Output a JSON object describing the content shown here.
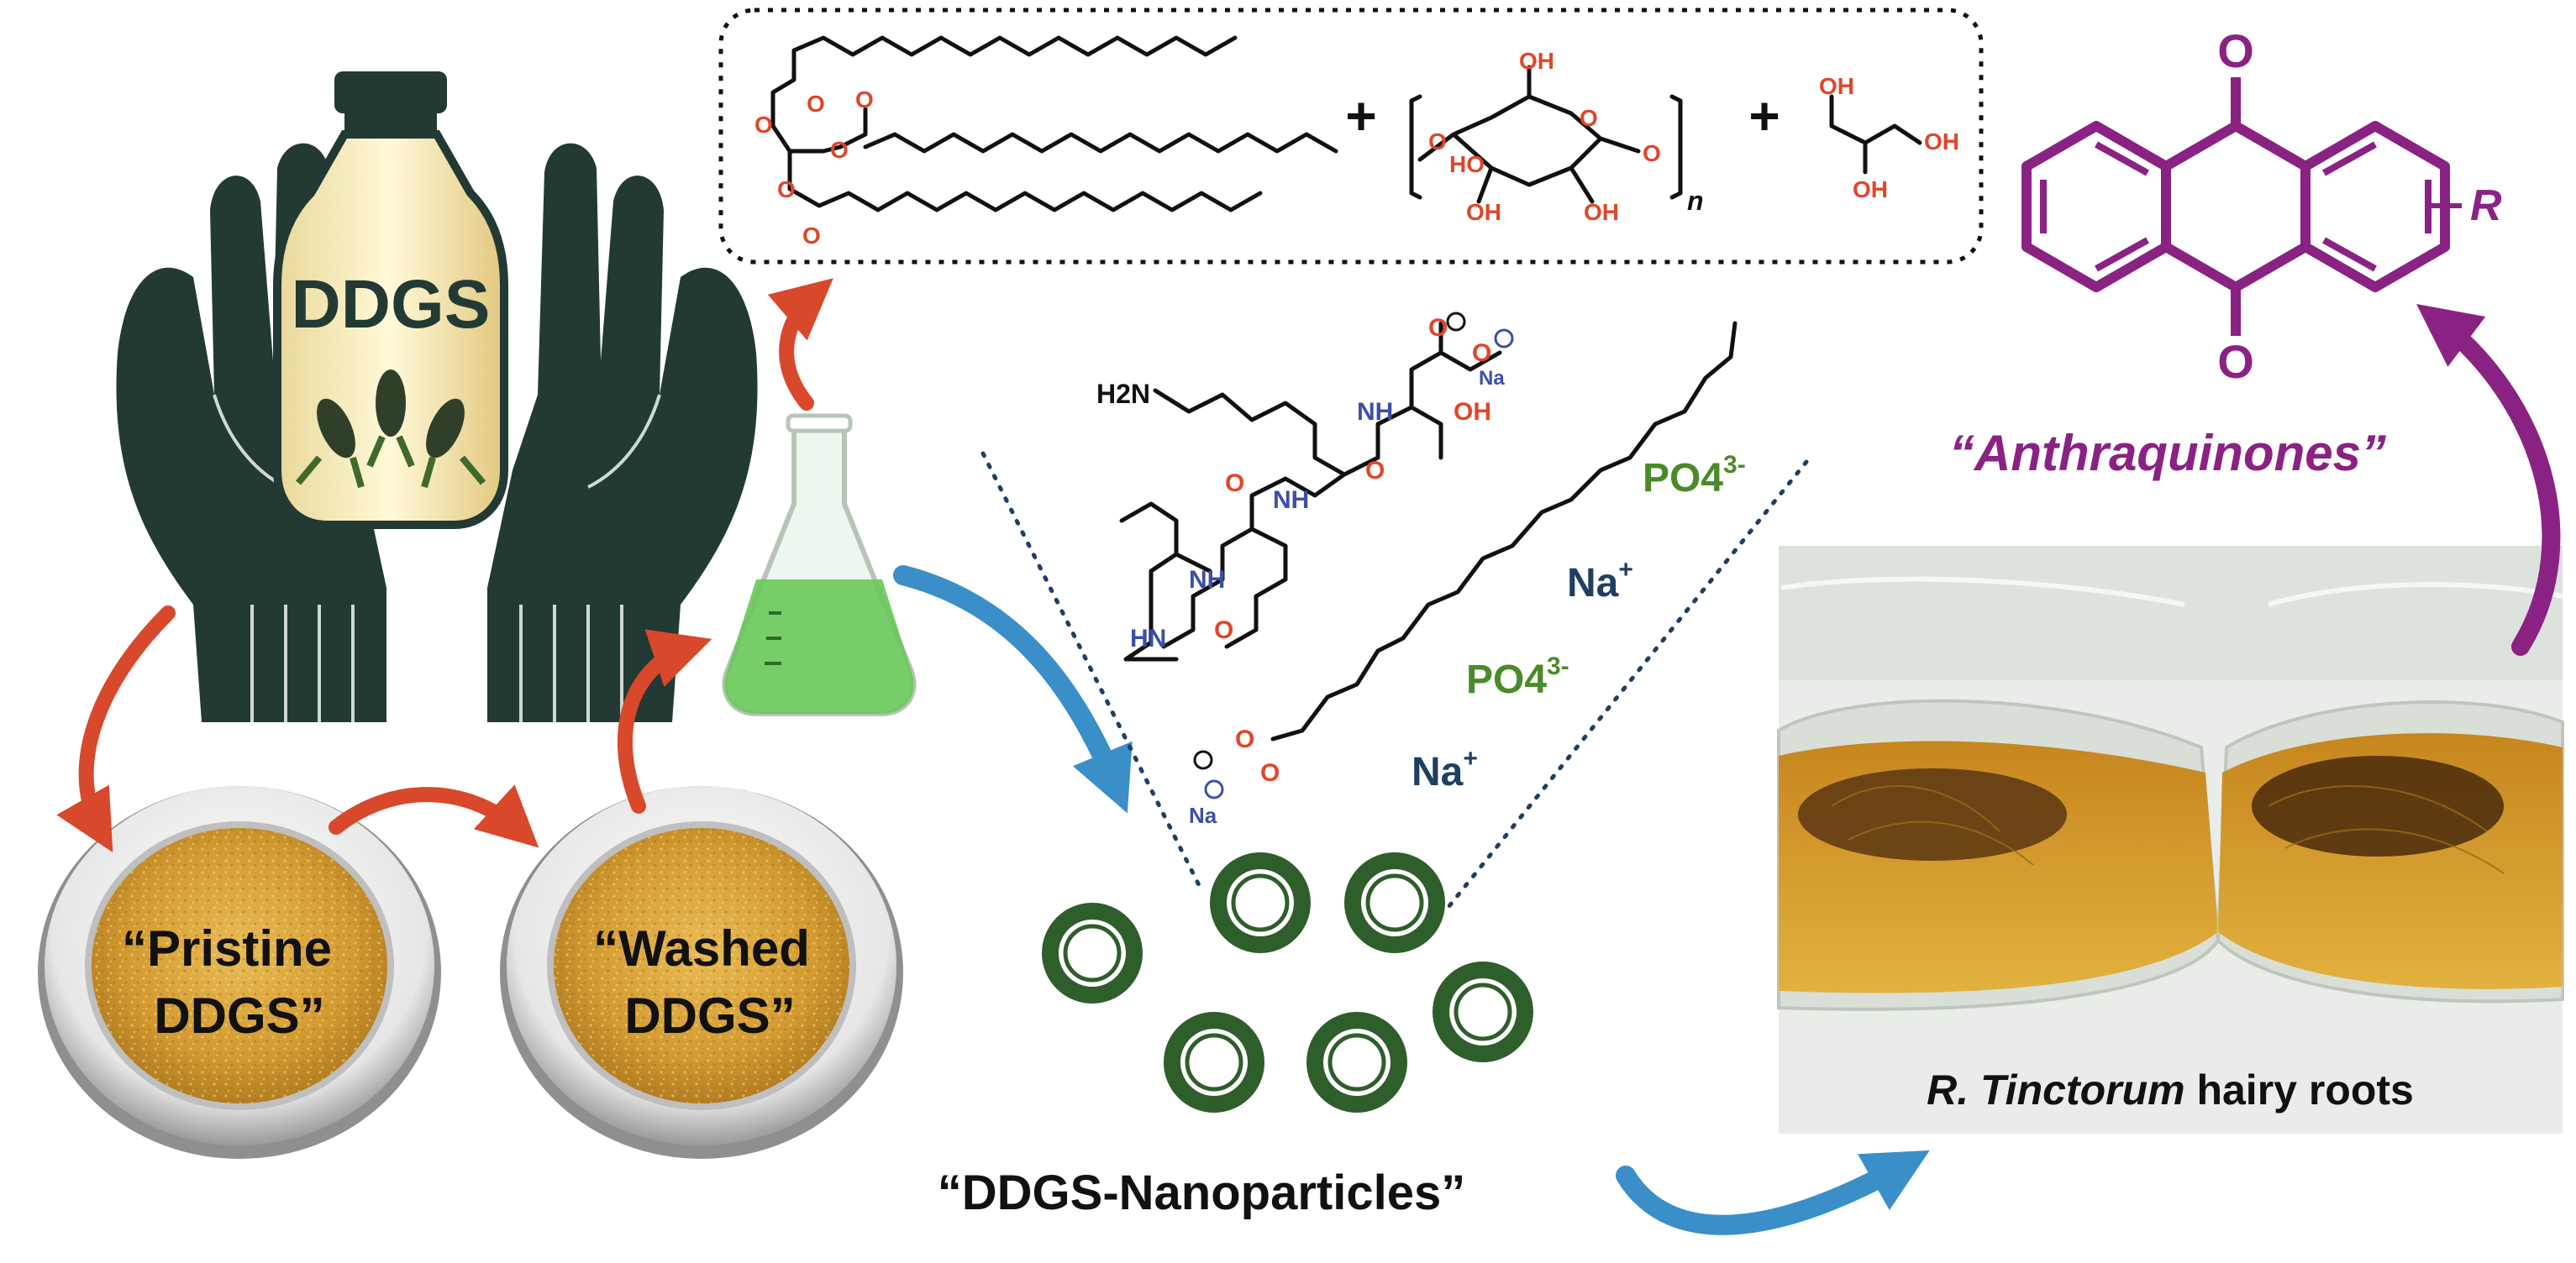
{
  "labels": {
    "ddgs_bottle": "DDGS",
    "pristine_line1": "“Pristine",
    "pristine_line2": "DDGS”",
    "washed_line1": "“Washed",
    "washed_line2": "DDGS”",
    "nanoparticles": "“DDGS-Nanoparticles”",
    "anthraquinones": "“Anthraquinones”",
    "hairy_roots_italic": "R. Tinctorum",
    "hairy_roots_rest": " hairy roots",
    "ion_po4_1": "PO4",
    "ion_po4_1_sup": "3-",
    "ion_na_1": "Na",
    "ion_na_1_sup": "+",
    "ion_po4_2": "PO4",
    "ion_po4_2_sup": "3-",
    "ion_na_2": "Na",
    "ion_na_2_sup": "+",
    "plus_1": "+",
    "plus_2": "+",
    "subscript_n": "n",
    "r_group": "R",
    "atom_O": "O",
    "atom_OH": "OH",
    "atom_HO": "HO",
    "atom_NH": "NH",
    "atom_HN": "HN",
    "atom_H2N": "H2N",
    "atom_Na": "Na"
  },
  "colors": {
    "red_arrow": "#d8482a",
    "blue_arrow": "#3a8fc9",
    "purple": "#8a2283",
    "green_text": "#4a8a2a",
    "navy_text": "#1e3f63",
    "np_green": "#2e5e2a",
    "ddgs_gold": "#d7a33a",
    "hand_dark": "#223a33",
    "flask_green": "#69c95a"
  },
  "icons": [
    "hands-icon",
    "bottle-icon",
    "corn-icon",
    "flask-icon",
    "petri-dish-icon",
    "nanoparticle-icon",
    "photo-flasks"
  ]
}
